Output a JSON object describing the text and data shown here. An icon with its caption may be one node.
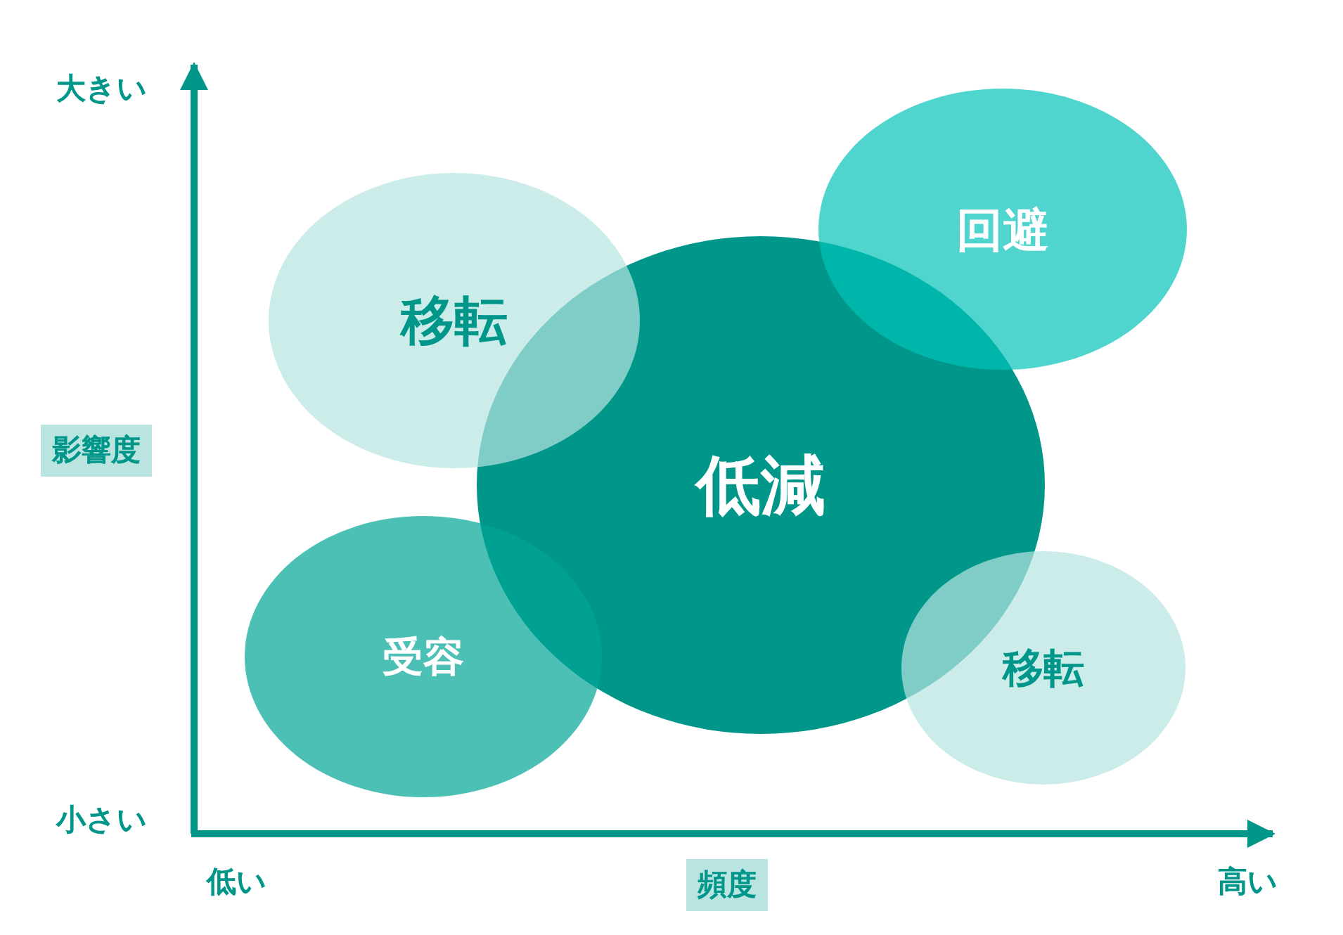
{
  "diagram": {
    "nodes": [
      {
        "text": [
          "移転"
        ]
      },
      {
        "text": [
          "回避"
        ]
      },
      {
        "text": [
          "低減"
        ]
      },
      {
        "text": [
          "受容"
        ]
      },
      {
        "text": [
          "移転"
        ]
      }
    ],
    "labels": [
      "大きい",
      "影響度",
      "小さい",
      "低い",
      "頻度",
      "高い"
    ]
  }
}
